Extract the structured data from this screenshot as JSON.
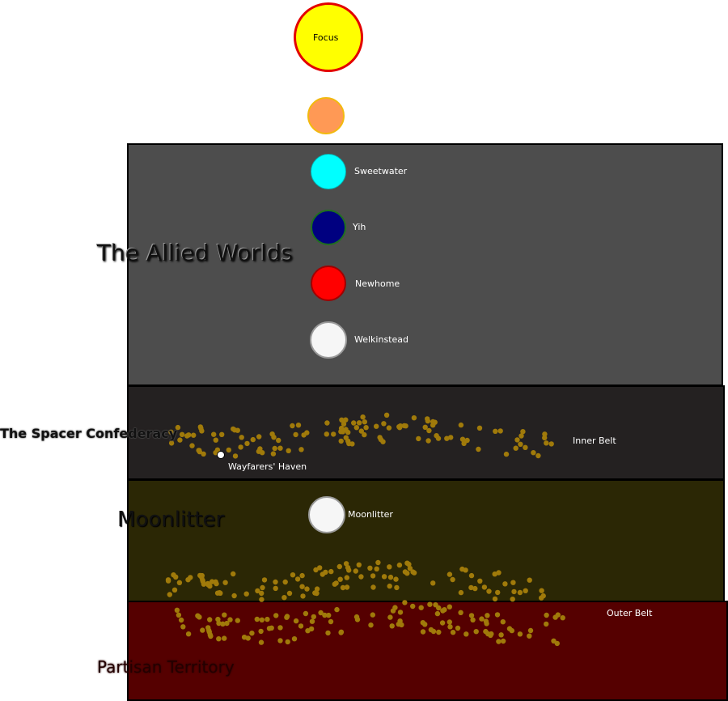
{
  "regions": {
    "allied": "The Allied Worlds",
    "spacer": "The Spacer Confederacy",
    "moonlitter": "Moonlitter",
    "partisan": "Partisan Territory"
  },
  "bodies": {
    "focus": "Focus",
    "sweetwater": "Sweetwater",
    "yih": "Yih",
    "newhome": "Newhome",
    "welkinstead": "Welkinstead",
    "moonlitter": "Moonlitter",
    "wayfarers_haven": "Wayfarers' Haven"
  },
  "belts": {
    "inner": "Inner Belt",
    "outer": "Outer Belt"
  },
  "colors": {
    "asteroid": "#a07a0a",
    "allied_region": "#4d4d4d",
    "spacer_region": "#242121",
    "moonlitter_region": "#2b2705",
    "partisan_region": "#550000",
    "focus_star": "#ffff00",
    "sweetwater": "#00ffff",
    "yih": "#000080",
    "newhome": "#ff0000",
    "welkinstead": "#f6f6f6"
  }
}
